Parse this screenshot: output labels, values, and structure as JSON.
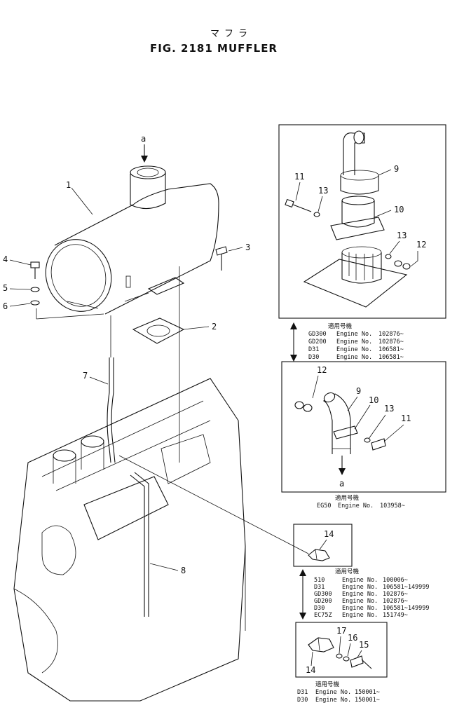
{
  "header": {
    "kana": "マフラ",
    "title": "FIG. 2181 MUFFLER"
  },
  "callouts": {
    "p1": "1",
    "p2": "2",
    "p3": "3",
    "p4": "4",
    "p5": "5",
    "p6": "6",
    "p7": "7",
    "p8": "8",
    "a_main": "a",
    "a_detail": "a",
    "b1_9": "9",
    "b1_10": "10",
    "b1_11": "11",
    "b1_12": "12",
    "b1_13a": "13",
    "b1_13b": "13",
    "b2_9": "9",
    "b2_10": "10",
    "b2_11": "11",
    "b2_12": "12",
    "b2_13": "13",
    "b3_14": "14",
    "b4_14": "14",
    "b4_15": "15",
    "b4_16": "16",
    "b4_17": "17"
  },
  "applicability": {
    "group1": {
      "header": "適用号機",
      "rows": [
        {
          "model": "GD300",
          "label": "Engine No.",
          "serial": "102876~"
        },
        {
          "model": "GD200",
          "label": "Engine No.",
          "serial": "102876~"
        },
        {
          "model": "D31",
          "label": "Engine No.",
          "serial": "106581~"
        },
        {
          "model": "D30",
          "label": "Engine No.",
          "serial": "106581~"
        }
      ]
    },
    "group2": {
      "header": "適用号機",
      "rows": [
        {
          "model": "EG50",
          "label": "Engine No.",
          "serial": "103958~"
        }
      ]
    },
    "group3": {
      "header": "適用号機",
      "rows": [
        {
          "model": "510",
          "label": "Engine No.",
          "serial": "100006~"
        },
        {
          "model": "D31",
          "label": "Engine No.",
          "serial": "106581~149999"
        },
        {
          "model": "GD300",
          "label": "Engine No.",
          "serial": "102876~"
        },
        {
          "model": "GD200",
          "label": "Engine No.",
          "serial": "102876~"
        },
        {
          "model": "D30",
          "label": "Engine No.",
          "serial": "106581~149999"
        },
        {
          "model": "EC75Z",
          "label": "Engine No.",
          "serial": "151749~"
        }
      ]
    },
    "group4": {
      "header": "適用号機",
      "rows": [
        {
          "model": "D31",
          "label": "Engine No.",
          "serial": "150001~"
        },
        {
          "model": "D30",
          "label": "Engine No.",
          "serial": "150001~"
        }
      ]
    }
  },
  "colors": {
    "ink": "#111111",
    "paper": "#ffffff"
  }
}
